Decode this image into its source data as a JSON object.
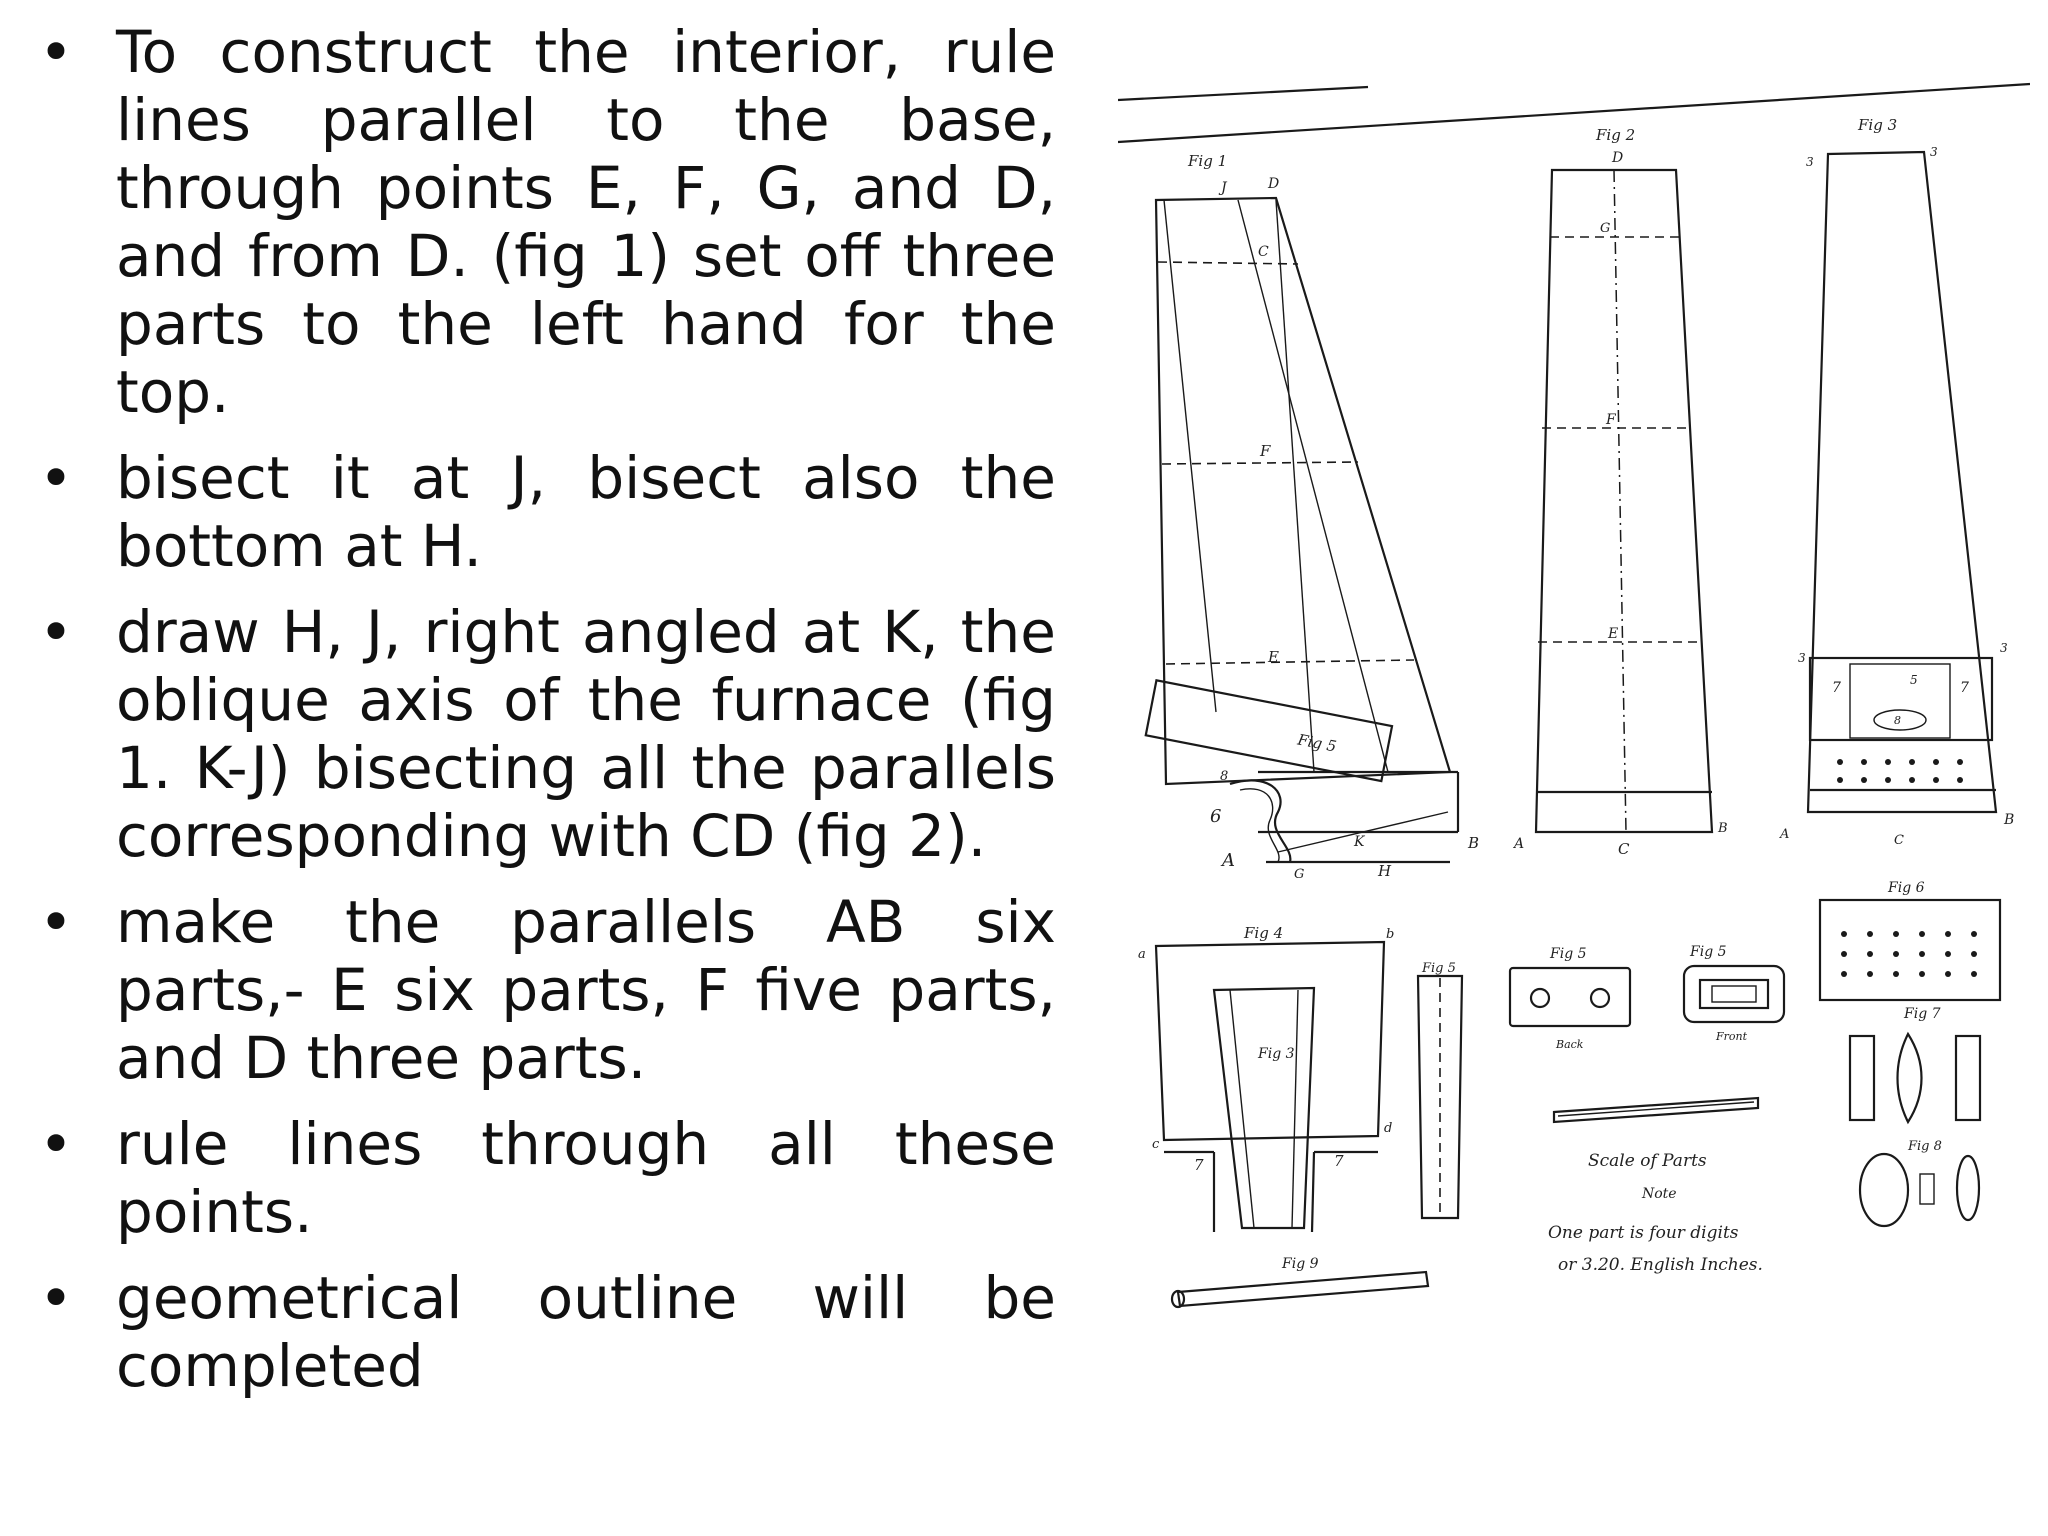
{
  "bullets": [
    "To construct the interior, rule lines parallel to the base, through points E, F, G, and D, and from D. (fig 1) set off three parts to the left hand for the top.",
    "bisect it at J, bisect also the bottom at H.",
    "draw H, J, right angled at K, the oblique axis of the furnace (fig 1. K-J) bisecting all the parallels corresponding with CD (fig 2).",
    "make the parallels AB six parts,- E six parts, F five parts, and D three parts.",
    "rule lines through all these points.",
    "geometrical outline will be completed"
  ],
  "bullet_symbol": "•",
  "figure": {
    "fig_labels": {
      "fig1": "Fig 1",
      "fig2": "Fig 2",
      "fig3": "Fig 3",
      "fig4": "Fig 4",
      "fig5_inset": "Fig 5",
      "fig5_small": "Fig 5",
      "fig5_back": "Fig 5",
      "fig5_front": "Fig 5",
      "fig6": "Fig 6",
      "fig7": "Fig 7",
      "fig8": "Fig 8",
      "fig9": "Fig 9",
      "fig3_inner": "Fig 3"
    },
    "captions": {
      "back": "Back",
      "front": "Front",
      "scale": "Scale of Parts",
      "note": "Note",
      "note_line1": "One part is four digits",
      "note_line2": "or 3.20. English Inches."
    },
    "point_labels": {
      "fig1_j": "J",
      "fig1_d": "D",
      "fig1_c": "C",
      "fig1_f": "F",
      "fig1_e": "E",
      "fig1_a": "A",
      "fig1_b": "B",
      "fig1_g": "G",
      "fig1_k": "K",
      "fig1_h": "H",
      "fig1_8": "8",
      "fig1_6": "6",
      "fig2_d": "D",
      "fig2_g": "G",
      "fig2_f": "F",
      "fig2_e": "E",
      "fig2_a": "A",
      "fig2_b": "B",
      "fig2_c": "C",
      "fig3_3l": "3",
      "fig3_3r": "3",
      "fig3_3ml": "3",
      "fig3_3mr": "3",
      "fig3_7l": "7",
      "fig3_7r": "7",
      "fig3_8": "8",
      "fig3_5": "5",
      "fig3_c": "C",
      "fig3_a": "A",
      "fig3_b": "B",
      "fig4_a": "a",
      "fig4_b": "b",
      "fig4_c": "c",
      "fig4_d": "d",
      "fig4_7l": "7",
      "fig4_7r": "7"
    }
  }
}
